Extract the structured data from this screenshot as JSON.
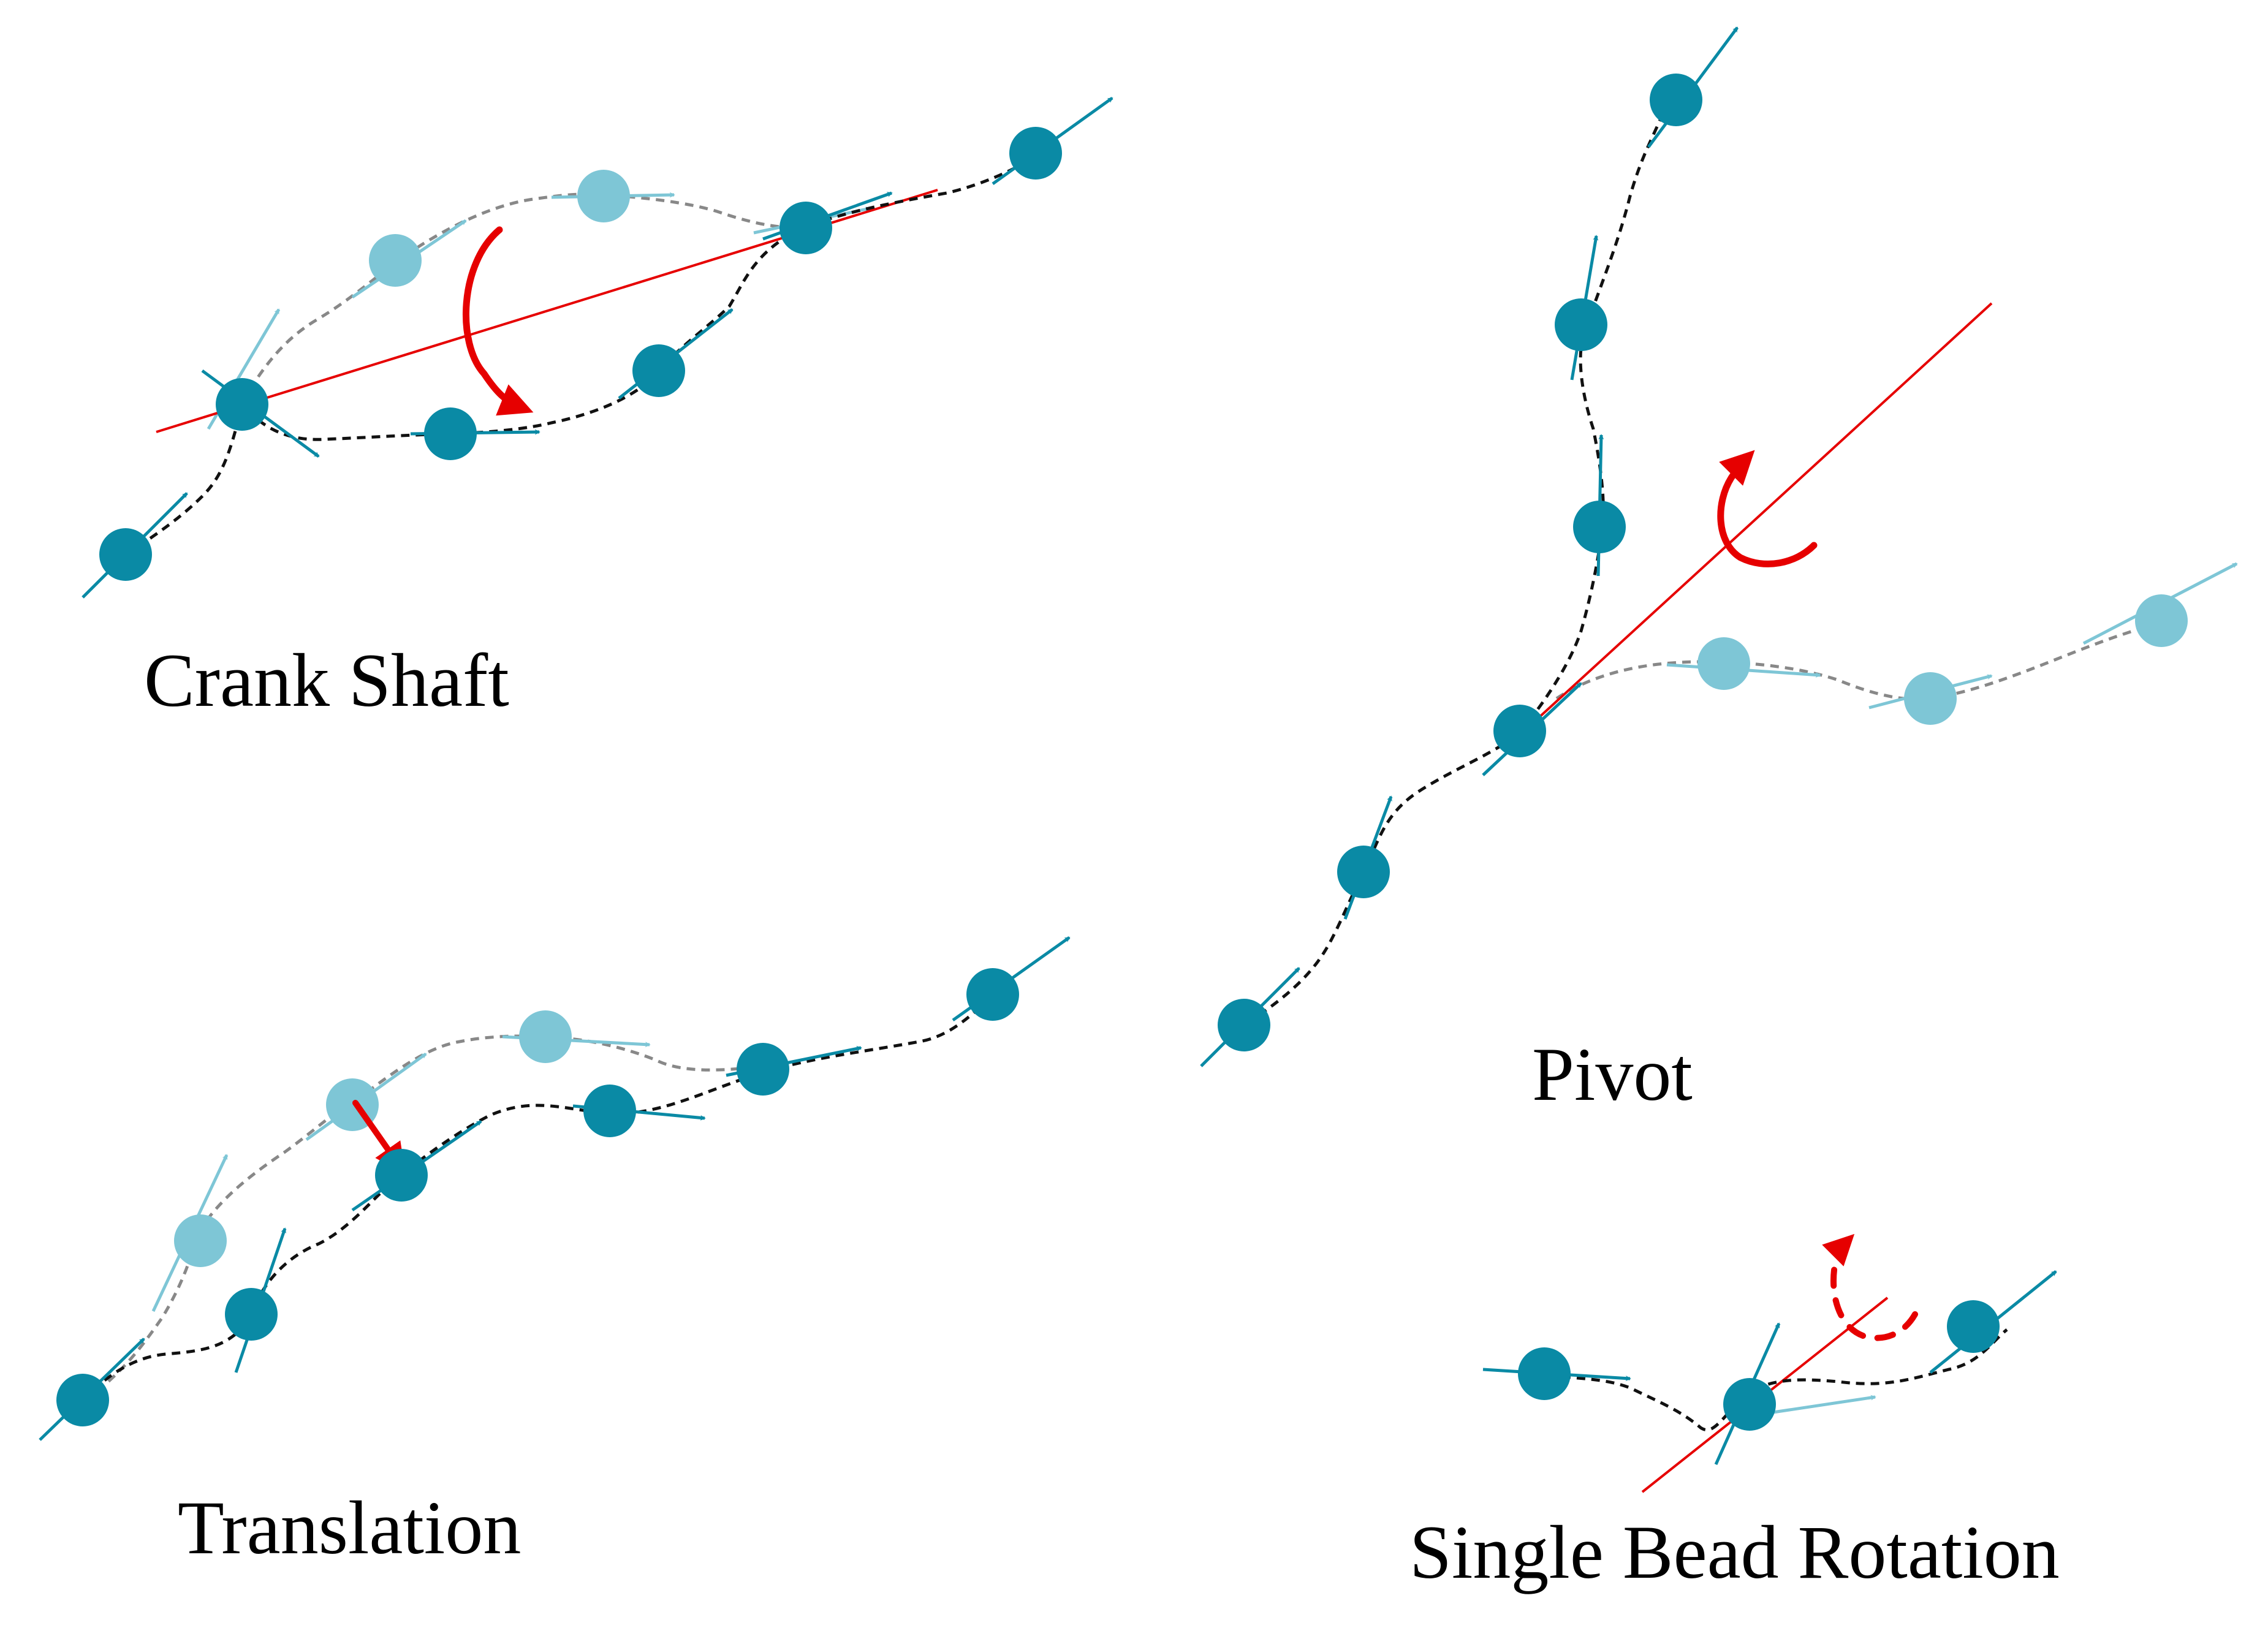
{
  "colors": {
    "bead": "#0a8aa5",
    "ghost_bead": "#7ec6d6",
    "axis": "#e60000",
    "backbone": "#111111",
    "ghost_backbone": "#888888",
    "background": "#ffffff"
  },
  "panels": {
    "crank_shaft": {
      "label": "Crank Shaft",
      "motion_icon": "curved-rotation-arrow-icon"
    },
    "pivot": {
      "label": "Pivot",
      "motion_icon": "curved-rotation-arrow-icon"
    },
    "translation": {
      "label": "Translation",
      "motion_icon": "straight-displacement-arrow-icon"
    },
    "single_bead_rotation": {
      "label": "Single Bead Rotation",
      "motion_icon": "dashed-rotation-arrow-icon"
    }
  }
}
